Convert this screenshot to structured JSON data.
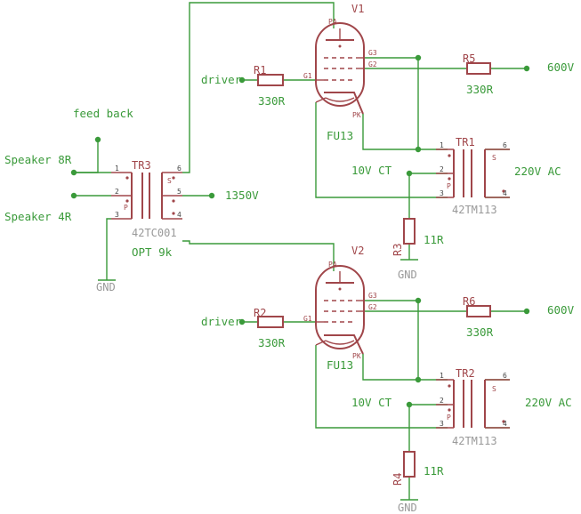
{
  "labels": {
    "feedback": "feed back",
    "speaker8": "Speaker 8R",
    "speaker4": "Speaker 4R",
    "hv": "1350V",
    "gnd_tr3": "GND",
    "gnd_r3": "GND",
    "gnd_r4": "GND",
    "driver1": "driver",
    "driver2": "driver",
    "v600_1": "600V",
    "v600_2": "600V",
    "ct1": "10V CT",
    "ct2": "10V CT",
    "ac1": "220V AC",
    "ac2": "220V AC"
  },
  "parts": {
    "V1": {
      "name": "V1",
      "value": "FU13"
    },
    "V2": {
      "name": "V2",
      "value": "FU13"
    },
    "R1": {
      "name": "R1",
      "value": "330R"
    },
    "R2": {
      "name": "R2",
      "value": "330R"
    },
    "R3": {
      "name": "R3",
      "value": "11R"
    },
    "R4": {
      "name": "R4",
      "value": "11R"
    },
    "R5": {
      "name": "R5",
      "value": "330R"
    },
    "R6": {
      "name": "R6",
      "value": "330R"
    },
    "TR1": {
      "name": "TR1",
      "value": "42TM113"
    },
    "TR2": {
      "name": "TR2",
      "value": "42TM113"
    },
    "TR3": {
      "name": "TR3",
      "value": "42TC001",
      "note": "OPT 9k"
    }
  },
  "pins": {
    "pa": "PA",
    "pk": "PK",
    "g1": "G1",
    "g2": "G2",
    "g3": "G3",
    "n1": "1",
    "n2": "2",
    "n3": "3",
    "n4": "4",
    "n5": "5",
    "n6": "6",
    "p": "P",
    "s": "S"
  }
}
